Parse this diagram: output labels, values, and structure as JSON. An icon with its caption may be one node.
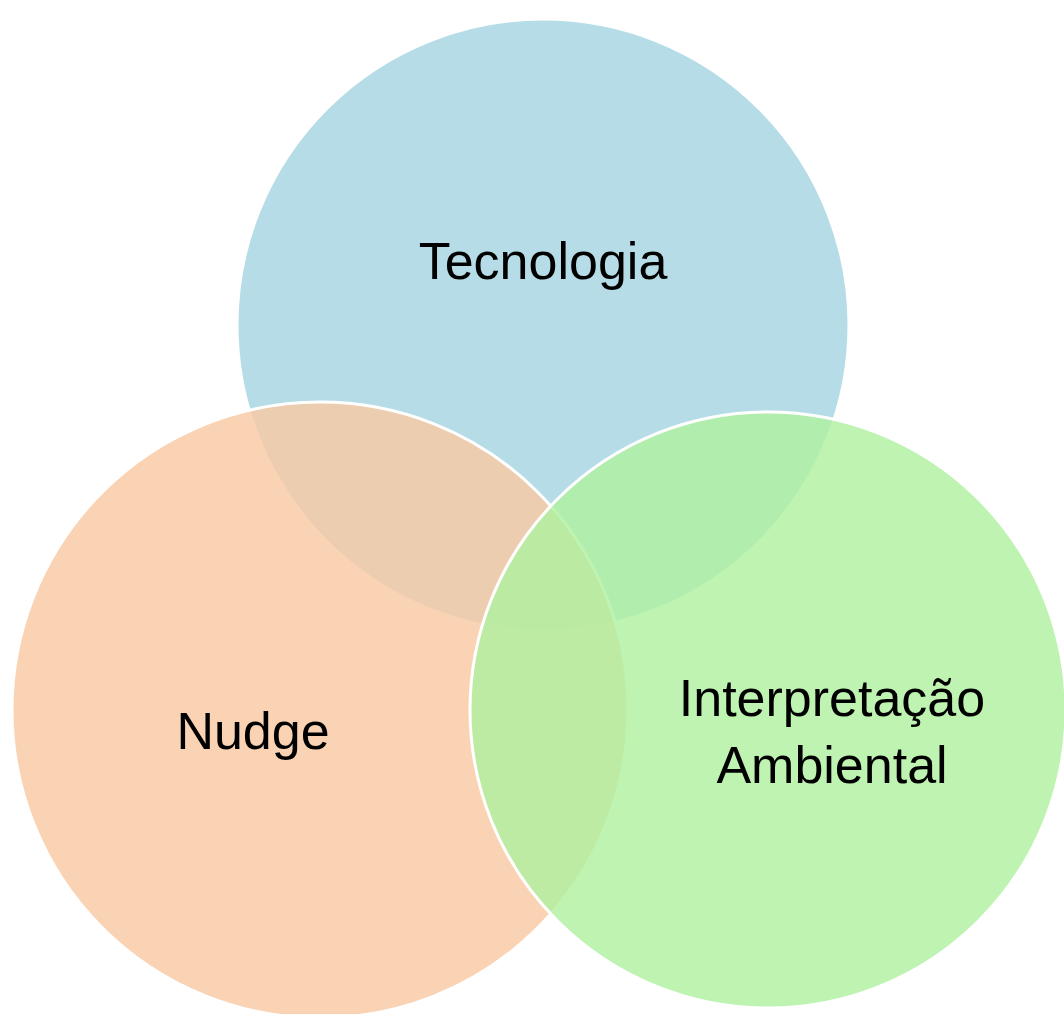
{
  "diagram": {
    "nodes": [
      {
        "text": [
          "Tecnologia"
        ]
      },
      {
        "text": [
          "Nudge"
        ]
      },
      {
        "text": [
          "Interpretação Ambiental"
        ]
      }
    ]
  }
}
